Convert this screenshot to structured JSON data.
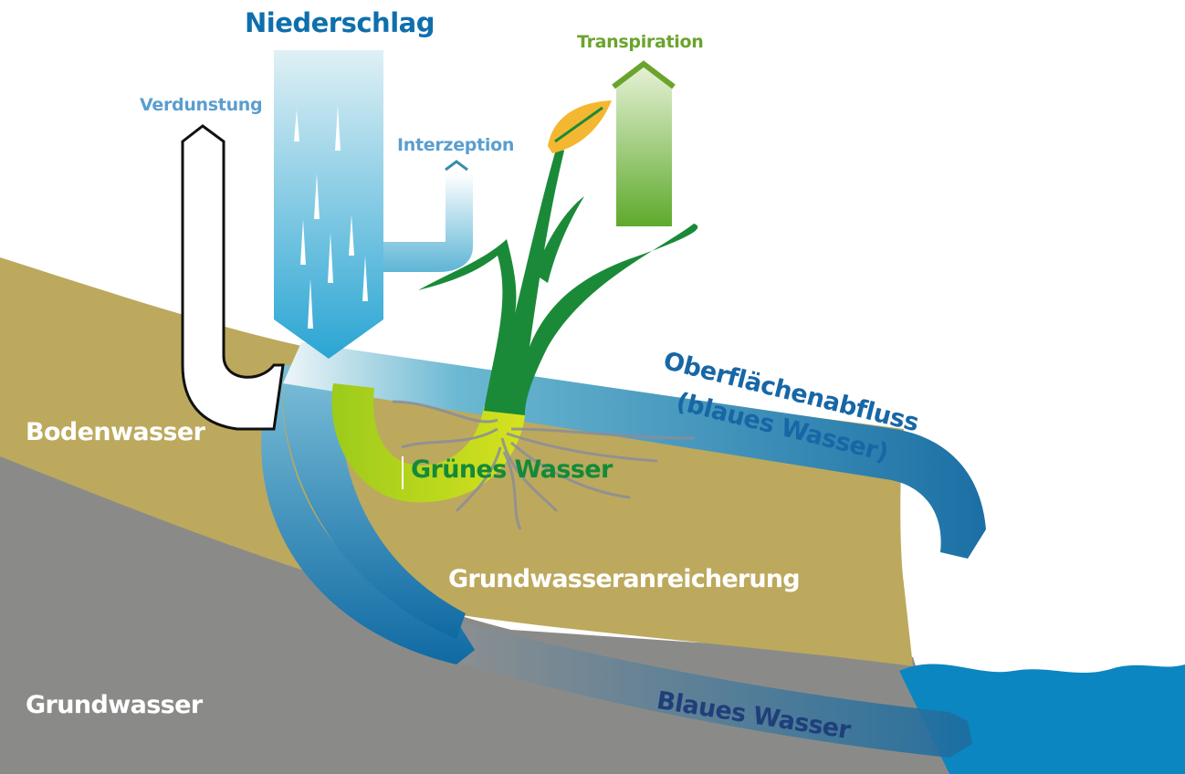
{
  "title": "Niederschlag",
  "labels": {
    "niederschlag": "Niederschlag",
    "verdunstung": "Verdunstung",
    "interzeption": "Interzeption",
    "transpiration": "Transpiration",
    "bodenwasser": "Bodenwasser",
    "gruenes_wasser": "Grünes Wasser",
    "oberflaechenabfluss_line1": "Oberflächenabfluss",
    "oberflaechenabfluss_line2": "(blaues Wasser)",
    "grundwasseranreicherung": "Grundwasseranreicherung",
    "grundwasser": "Grundwasser",
    "blaues_wasser": "Blaues Wasser"
  },
  "colors": {
    "title_blue": "#0f6fad",
    "light_blue_label": "#5a9ecf",
    "transpiration_green": "#6aa42c",
    "green_water": "#138a3a",
    "dark_blue_label": "#1f3f7a",
    "soil": "#bca95d",
    "groundwater_gray": "#8a8b89",
    "sea_blue": "#0c86c0",
    "plant_green": "#1a8a38",
    "wheat_yellow": "#f4b731"
  },
  "icons": [
    "rain-drop-icon",
    "plant-icon",
    "wheat-ear-icon",
    "arrow-up-icon"
  ]
}
